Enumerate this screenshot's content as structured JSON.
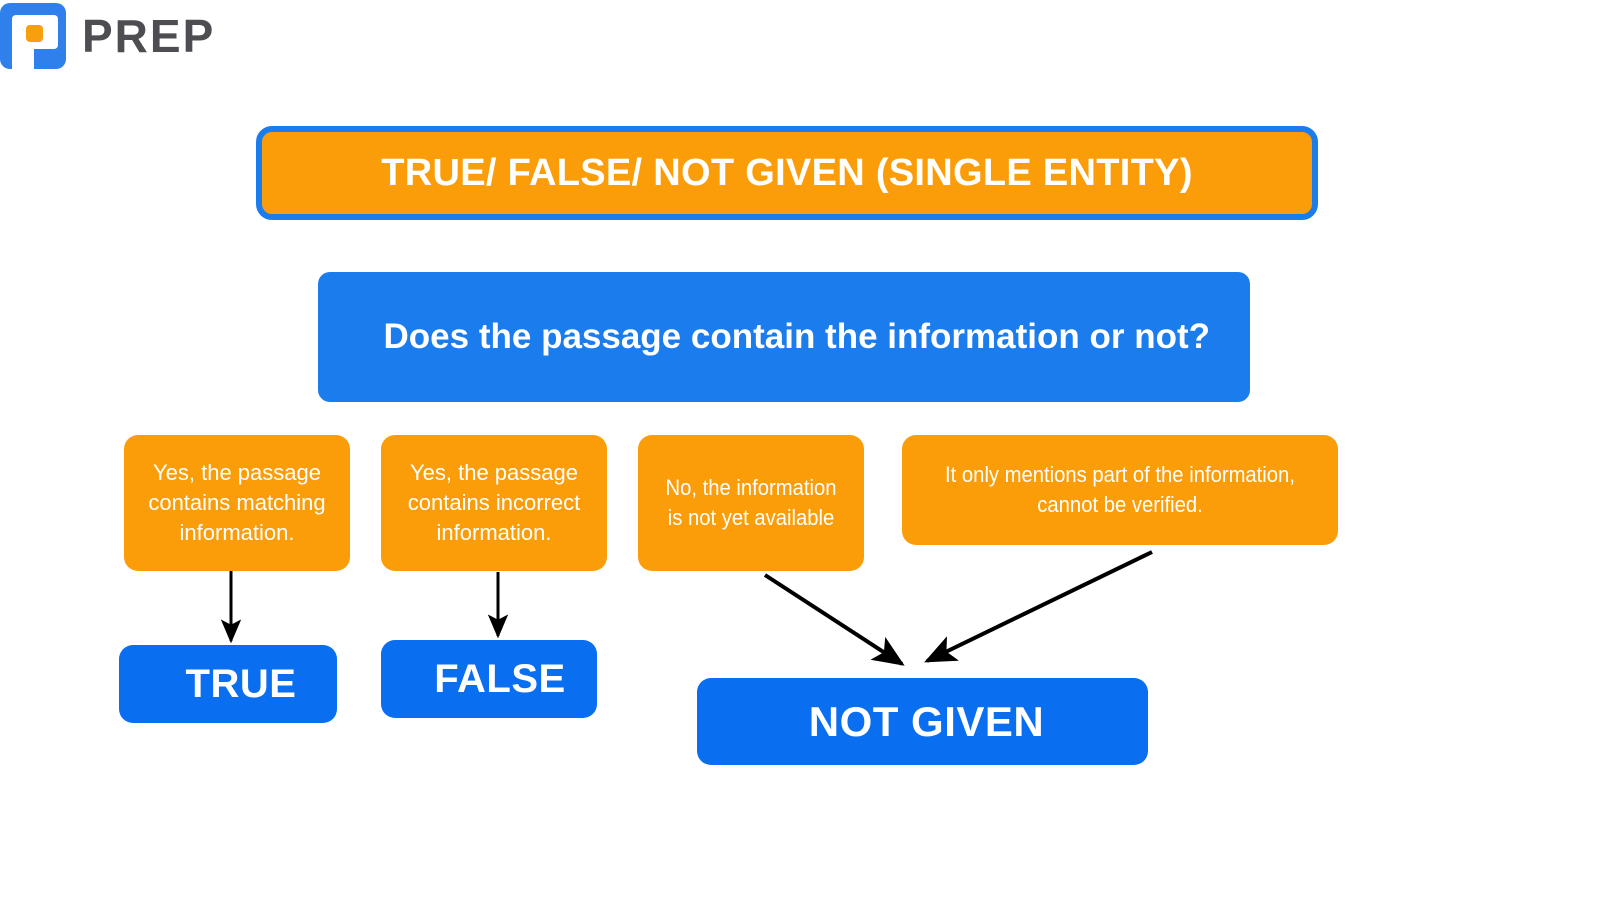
{
  "brand": {
    "name": "PREP",
    "logo_icon": "prep-p-logo-icon",
    "logo_blue": "#2f80ed",
    "logo_accent": "#f79f0d",
    "wordmark_color": "#4d4d52"
  },
  "colors": {
    "orange": "#fb9d09",
    "blue": "#1b7ced",
    "answer_blue": "#0a6ef0",
    "arrow": "#000000",
    "background": "#ffffff",
    "text_on_fill": "#ffffff"
  },
  "title": {
    "text": "TRUE/ FALSE/ NOT GIVEN (SINGLE ENTITY)"
  },
  "question": {
    "text": "Does the passage contain the information or not?"
  },
  "reasons": [
    {
      "id": "true",
      "text": "Yes, the passage contains matching information."
    },
    {
      "id": "false",
      "text": "Yes, the passage contains incorrect information."
    },
    {
      "id": "not-given-a",
      "text": "No, the information is not yet available"
    },
    {
      "id": "not-given-b",
      "text": "It only mentions part of the information, cannot be verified."
    }
  ],
  "answers": [
    {
      "id": "true",
      "label": "TRUE"
    },
    {
      "id": "false",
      "label": "FALSE"
    },
    {
      "id": "not-given",
      "label": "NOT GIVEN"
    }
  ],
  "connectors": [
    {
      "from": "reason-true",
      "to": "answer-true",
      "style": "straight-down"
    },
    {
      "from": "reason-false",
      "to": "answer-false",
      "style": "straight-down"
    },
    {
      "from": "reason-ng-a",
      "to": "answer-not-given",
      "style": "diagonal"
    },
    {
      "from": "reason-ng-b",
      "to": "answer-not-given",
      "style": "diagonal"
    }
  ],
  "chart_data": {
    "type": "diagram",
    "title": "TRUE/ FALSE/ NOT GIVEN (SINGLE ENTITY)",
    "question": "Does the passage contain the information or not?",
    "nodes": [
      {
        "level": "reason",
        "label": "Yes, the passage contains matching information."
      },
      {
        "level": "reason",
        "label": "Yes, the passage contains incorrect information."
      },
      {
        "level": "reason",
        "label": "No, the information is not yet available"
      },
      {
        "level": "reason",
        "label": "It only mentions part of the information, cannot be verified."
      },
      {
        "level": "answer",
        "label": "TRUE"
      },
      {
        "level": "answer",
        "label": "FALSE"
      },
      {
        "level": "answer",
        "label": "NOT GIVEN"
      }
    ],
    "edges": [
      {
        "source": "Yes, the passage contains matching information.",
        "target": "TRUE"
      },
      {
        "source": "Yes, the passage contains incorrect information.",
        "target": "FALSE"
      },
      {
        "source": "No, the information is not yet available",
        "target": "NOT GIVEN"
      },
      {
        "source": "It only mentions part of the information, cannot be verified.",
        "target": "NOT GIVEN"
      }
    ]
  }
}
